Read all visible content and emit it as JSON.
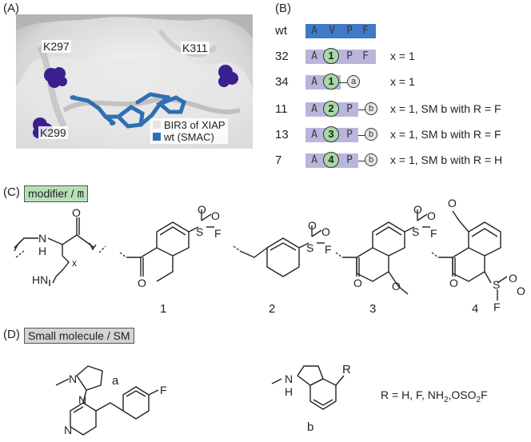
{
  "panels": {
    "a": "(A)",
    "b": "(B)",
    "c": "(C)",
    "d": "(D)"
  },
  "panel_a": {
    "residues": [
      "K297",
      "K311",
      "K299"
    ],
    "legend": [
      "BIR3 of XIAP",
      "wt (SMAC)"
    ],
    "colors": {
      "surface": "#d9d9d9",
      "lysine": "#3a1f8f",
      "ligand": "#2f6fb3"
    }
  },
  "panel_b": {
    "rows": [
      {
        "id": "wt",
        "residues": [
          "A",
          "V",
          "P",
          "F"
        ],
        "note": ""
      },
      {
        "id": "32",
        "residues": [
          "A",
          "1",
          "P",
          "F"
        ],
        "note": "x = 1"
      },
      {
        "id": "34",
        "residues": [
          "A",
          "1",
          "a"
        ],
        "note": "x = 1"
      },
      {
        "id": "11",
        "residues": [
          "A",
          "2",
          "P",
          "b"
        ],
        "note": "x = 1, SM b with R = F"
      },
      {
        "id": "13",
        "residues": [
          "A",
          "3",
          "P",
          "b"
        ],
        "note": "x = 1, SM b with R = F"
      },
      {
        "id": "7",
        "residues": [
          "A",
          "4",
          "P",
          "b"
        ],
        "note": "x = 1, SM b with R = H"
      }
    ]
  },
  "panel_c": {
    "header_text": "modifier / ",
    "header_symbol": "m",
    "x_label": "x",
    "compounds": [
      "1",
      "2",
      "3",
      "4"
    ],
    "atoms": {
      "O": "O",
      "S": "S",
      "F": "F",
      "N": "N",
      "H": "H",
      "NH": "NH",
      "HN": "HN"
    }
  },
  "panel_d": {
    "header": "Small molecule / SM",
    "molecules": [
      "a",
      "b"
    ],
    "substituent": "R",
    "r_definition": "R = H, F, NH",
    "r_sub": "2",
    "r_tail": ",OSO",
    "r_sub2": "2",
    "r_end": "F"
  }
}
